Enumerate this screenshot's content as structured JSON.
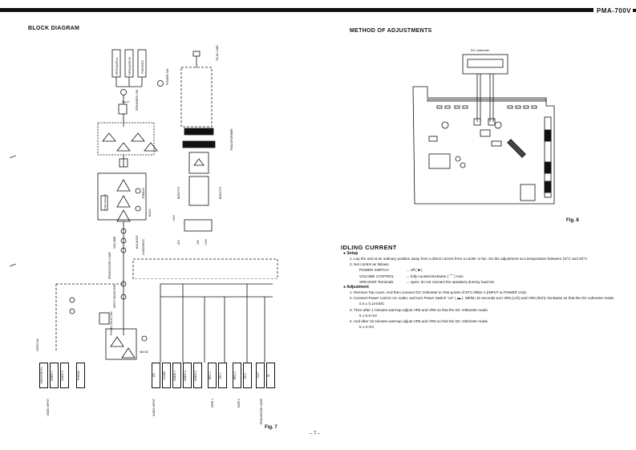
{
  "header": {
    "model": "PMA-700V"
  },
  "left": {
    "title": "BLOCK DIAGRAM",
    "figure_caption": "Fig. 7",
    "labels": {
      "speaker_a": "SPEAKER A",
      "speaker_b": "SPEAKER B",
      "phones_top": "PHONES",
      "speakers_sw": "SPEAKERS SW",
      "power_sw": "POWER SW",
      "to_ac_line": "TO AC LINE",
      "transformer": "TRANSFORMER",
      "relay": "RELAY",
      "treble": "TREBLE",
      "bass": "BASS",
      "volume": "VOLUME",
      "balance": "BALANCE",
      "loudness": "LOUDNESS",
      "processor_loop": "PROCESSOR LOOP",
      "tone_defeat": "TONE DEFEAT",
      "input_selector": "INPUT SELECTOR",
      "phono_selector": "PHONO SELECTOR",
      "mm_mc": "MM MC",
      "video_sw": "VIDEO SW",
      "supply_a": "B55V/77V",
      "supply_b": "B55V/77V",
      "v40": "+40V",
      "v_neg40": "-40V",
      "v_neg15": "-15V",
      "v15": "+15V"
    },
    "inputs": [
      "MONITOR IN",
      "VIDEO 1",
      "VIDEO 2",
      "PHONO",
      "CD",
      "TUNER",
      "VIDEO 1",
      "VIDEO 2",
      "VIDEO 3",
      "REC 1",
      "PB 1",
      "REC 2",
      "PB 2",
      "OUT",
      "IN"
    ],
    "input_groups": [
      "VIDEO INPUT",
      "AUDIO INPUT",
      "TAPE 1",
      "TAPE 2",
      "PROCESSOR LOOP"
    ]
  },
  "right": {
    "title": "METHOD OF ADJUSTMENTS",
    "voltmeter_label": "DC voltmeter",
    "figure_caption": "Fig. 8",
    "section_title": "IDLING CURRENT",
    "setup_heading": "Setup",
    "setup_1": "1. Lay the unit at an ordinary position away from a direct current from a cooler or fan. Do the adjustment at a temperature between 15°C and 30°C.",
    "setup_2": "2. Set control as follows.",
    "controls": [
      {
        "name": "POWER SWITCH",
        "value": "→ off ( ■ )"
      },
      {
        "name": "VOLUME CONTROL",
        "value": "→ fully counterclockwise ( ⌒ ) mini"
      },
      {
        "name": "SPEAKER Terminals",
        "value": "→ open: do not connect the speakers,dummy load etc."
      }
    ],
    "adjustment_heading": "Adjustment",
    "adj_1": "1. Remove Top cover. And then connect DC Voltmeter to Test points of ETC-9052-1 (INPUT & POWER Unit).",
    "adj_2": "2. Connect Power cord to AC outlet, and turn Power Switch \"on\" ( ▬ ). Within 10 seconds turn VR5 (Lch) and VR6 (Rch) clockwise so that the DC voltmeter reads.",
    "adj_2_value": "0.4 ± 0.1mVDC",
    "adj_3": "3. Then after 1 minutes warmup adjust VR5 and VR6 so that the DC Voltmeter reads.",
    "adj_3_value": "5 ± 0.5 mV",
    "adj_4": "4. And after 15 minutes warmup adjust VR5 and VR6 so that the DC Voltmeter reads.",
    "adj_4_value": "8 ± 3 mV"
  },
  "footer": {
    "page": "– 7 –"
  }
}
